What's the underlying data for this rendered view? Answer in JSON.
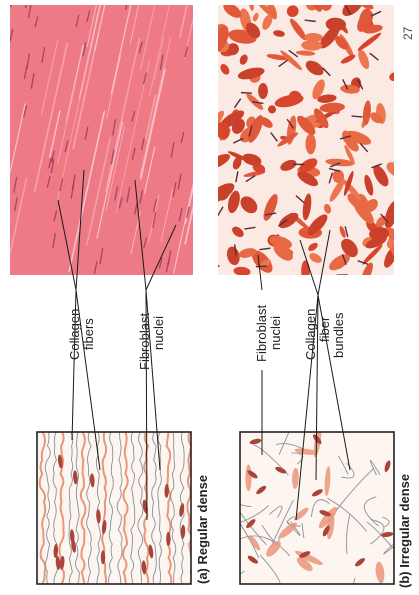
{
  "page_number": "27",
  "panels": [
    {
      "caption": "(a) Regular dense",
      "labels": [
        "Collagen",
        "fibers",
        "Fibroblast",
        "nuclei"
      ]
    },
    {
      "caption": "(b) Irregular dense",
      "labels": [
        "Fibroblast",
        "nuclei",
        "Collagen",
        "fiber",
        "bundles"
      ]
    }
  ],
  "colors": {
    "regular_micrograph": "#ee7a86",
    "irregular_micrograph_fiber": "#e0583a",
    "irregular_micrograph_gap": "#fbe9e4",
    "nuclei": "#a8443a",
    "drawing_fiber_orange": "#e9967a",
    "drawing_fiber_gray": "#8a8f99"
  }
}
